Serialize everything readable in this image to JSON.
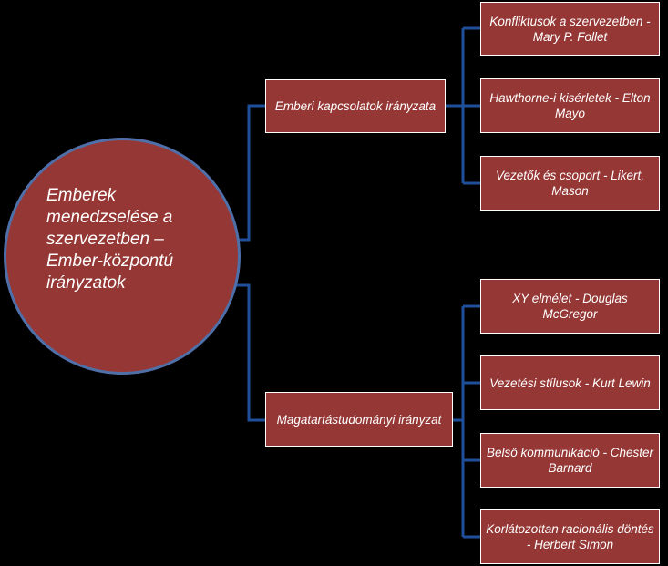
{
  "colors": {
    "background": "#000000",
    "node_fill": "#953735",
    "node_border": "#ffffff",
    "root_border": "#4f6fa8",
    "connector": "#1f4e9b",
    "text": "#ffffff"
  },
  "root": {
    "label": "Emberek menedzselése a szervezetben – Ember-központú irányzatok"
  },
  "branches": [
    {
      "label": "Emberi kapcsolatok irányzata",
      "children": [
        "Konfliktusok a szervezetben - Mary P. Follet",
        "Hawthorne-i kisérletek - Elton Mayo",
        "Vezetők és csoport - Likert, Mason"
      ]
    },
    {
      "label": "Magatartástudományi irányzat",
      "children": [
        "XY elmélet - Douglas McGregor",
        "Vezetési stílusok - Kurt Lewin",
        "Belső kommunikáció - Chester Barnard",
        "Korlátozottan racionális döntés - Herbert Simon"
      ]
    }
  ]
}
